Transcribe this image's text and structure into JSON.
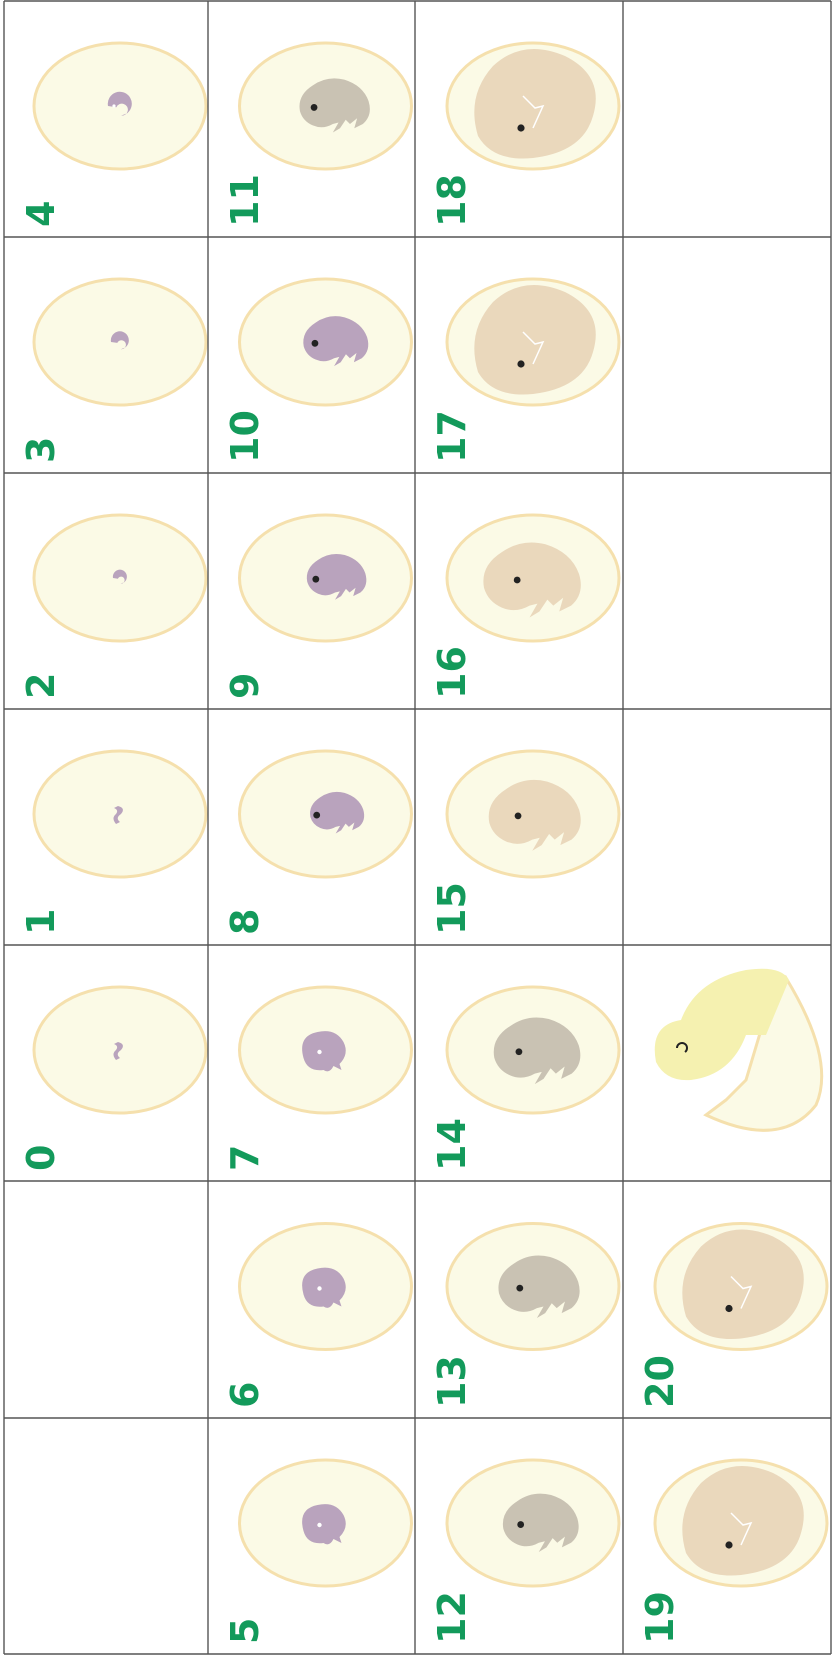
{
  "colors": {
    "grid_line": "#555555",
    "label": "#139a5b",
    "egg_fill": "#fbfae6",
    "egg_stroke": "#f5e0ad",
    "embryo_early": "#b9a3bd",
    "embryo_mid": "#c9c2b3",
    "embryo_late": "#ead8bc",
    "chick": "#f5f1b0",
    "eye": "#222222"
  },
  "stages": [
    {
      "day": "0",
      "col": 5,
      "row": 1,
      "kind": "speck"
    },
    {
      "day": "1",
      "col": 4,
      "row": 1,
      "kind": "speck"
    },
    {
      "day": "2",
      "col": 3,
      "row": 1,
      "kind": "curl"
    },
    {
      "day": "3",
      "col": 2,
      "row": 1,
      "kind": "curl"
    },
    {
      "day": "4",
      "col": 1,
      "row": 1,
      "kind": "curl"
    },
    {
      "day": "5",
      "col": 7,
      "row": 2,
      "kind": "blob"
    },
    {
      "day": "6",
      "col": 6,
      "row": 2,
      "kind": "blob"
    },
    {
      "day": "7",
      "col": 5,
      "row": 2,
      "kind": "blob"
    },
    {
      "day": "8",
      "col": 4,
      "row": 2,
      "kind": "embryo"
    },
    {
      "day": "9",
      "col": 3,
      "row": 2,
      "kind": "embryo"
    },
    {
      "day": "10",
      "col": 2,
      "row": 2,
      "kind": "embryo"
    },
    {
      "day": "11",
      "col": 1,
      "row": 2,
      "kind": "embryo"
    },
    {
      "day": "12",
      "col": 7,
      "row": 3,
      "kind": "embryo"
    },
    {
      "day": "13",
      "col": 6,
      "row": 3,
      "kind": "embryo"
    },
    {
      "day": "14",
      "col": 5,
      "row": 3,
      "kind": "embryo"
    },
    {
      "day": "15",
      "col": 4,
      "row": 3,
      "kind": "embryo"
    },
    {
      "day": "16",
      "col": 3,
      "row": 3,
      "kind": "embryo"
    },
    {
      "day": "17",
      "col": 2,
      "row": 3,
      "kind": "chick-in-shell"
    },
    {
      "day": "18",
      "col": 1,
      "row": 3,
      "kind": "chick-in-shell"
    },
    {
      "day": "19",
      "col": 7,
      "row": 4,
      "kind": "chick-in-shell"
    },
    {
      "day": "20",
      "col": 6,
      "row": 4,
      "kind": "chick-in-shell"
    },
    {
      "day": "",
      "col": 5,
      "row": 4,
      "kind": "hatched"
    }
  ]
}
